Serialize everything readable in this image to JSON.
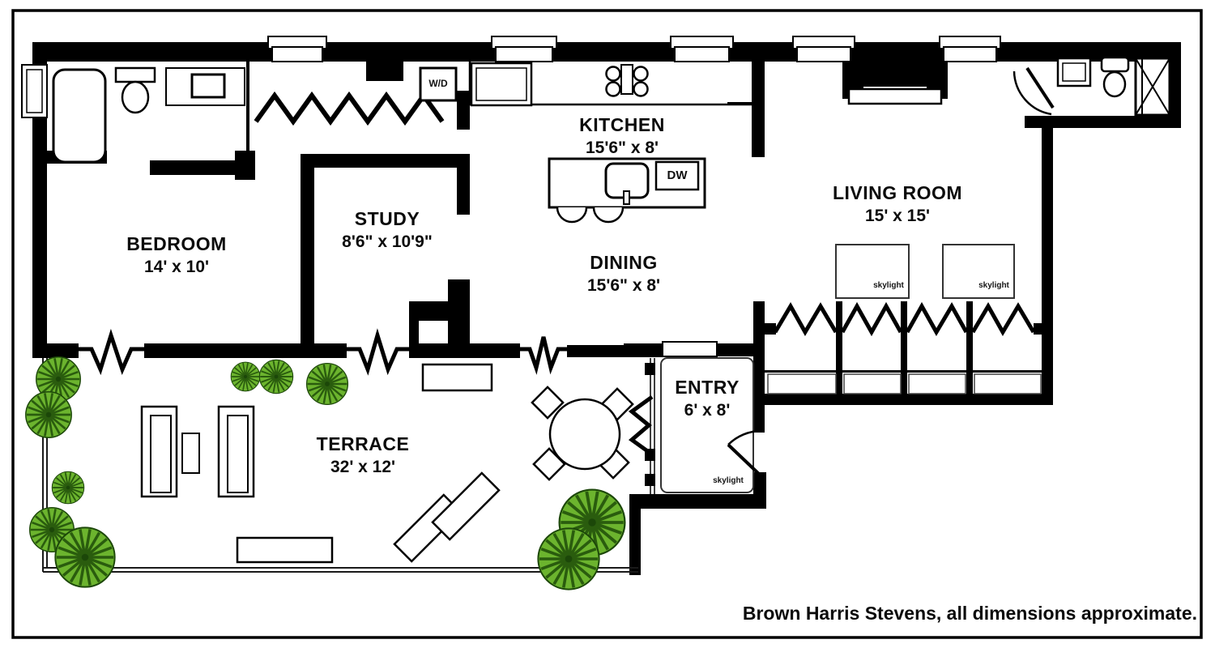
{
  "floorplan": {
    "rooms": {
      "bedroom": {
        "name": "BEDROOM",
        "dims": "14' x 10'"
      },
      "study": {
        "name": "STUDY",
        "dims": "8'6\" x 10'9\""
      },
      "kitchen": {
        "name": "KITCHEN",
        "dims": "15'6\" x 8'"
      },
      "dining": {
        "name": "DINING",
        "dims": "15'6\" x 8'"
      },
      "living_room": {
        "name": "LIVING ROOM",
        "dims": "15' x 15'"
      },
      "entry": {
        "name": "ENTRY",
        "dims": "6' x 8'"
      },
      "terrace": {
        "name": "TERRACE",
        "dims": "32' x 12'"
      }
    },
    "appliances": {
      "washer_dryer": "W/D",
      "dishwasher": "DW"
    },
    "skylight_label": "skylight",
    "footer": "Brown Harris Stevens, all dimensions approximate.",
    "colors": {
      "wall": "#000000",
      "tree": "#6cb42e",
      "background": "#ffffff"
    }
  }
}
